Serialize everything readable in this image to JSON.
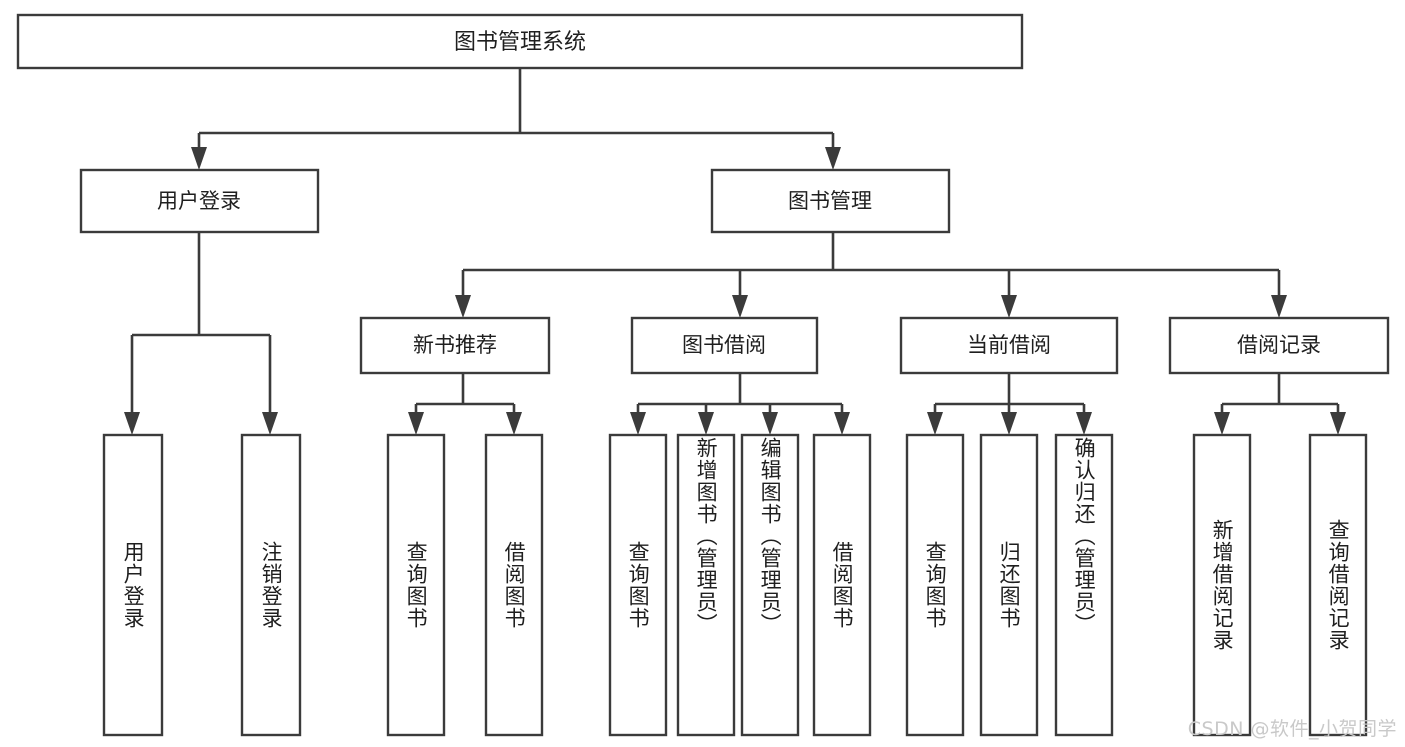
{
  "diagram": {
    "type": "tree",
    "title": "图书管理系统",
    "orientation": "top-down",
    "colors": {
      "box_stroke": "#3b3b3b",
      "box_fill": "#ffffff",
      "connector": "#3b3b3b",
      "text": "#1f1f1f",
      "watermark": "#c9c9c9",
      "background": "#ffffff"
    },
    "root": {
      "label": "图书管理系统"
    },
    "level2": [
      {
        "label": "用户登录"
      },
      {
        "label": "图书管理"
      }
    ],
    "level3": [
      {
        "label": "新书推荐"
      },
      {
        "label": "图书借阅"
      },
      {
        "label": "当前借阅"
      },
      {
        "label": "借阅记录"
      }
    ],
    "leaves": {
      "user_login": [
        {
          "label": "用户登录"
        },
        {
          "label": "注销登录"
        }
      ],
      "new_book_recommend": [
        {
          "label": "查询图书"
        },
        {
          "label": "借阅图书"
        }
      ],
      "book_borrow": [
        {
          "label": "查询图书"
        },
        {
          "label": "新增图书（管理员）"
        },
        {
          "label": "编辑图书（管理员）"
        },
        {
          "label": "借阅图书"
        }
      ],
      "current_borrow": [
        {
          "label": "查询图书"
        },
        {
          "label": "归还图书"
        },
        {
          "label": "确认归还（管理员）"
        }
      ],
      "borrow_record": [
        {
          "label": "新增借阅记录"
        },
        {
          "label": "查询借阅记录"
        }
      ]
    }
  },
  "watermark": {
    "text": "CSDN @软件_小贺同学"
  }
}
